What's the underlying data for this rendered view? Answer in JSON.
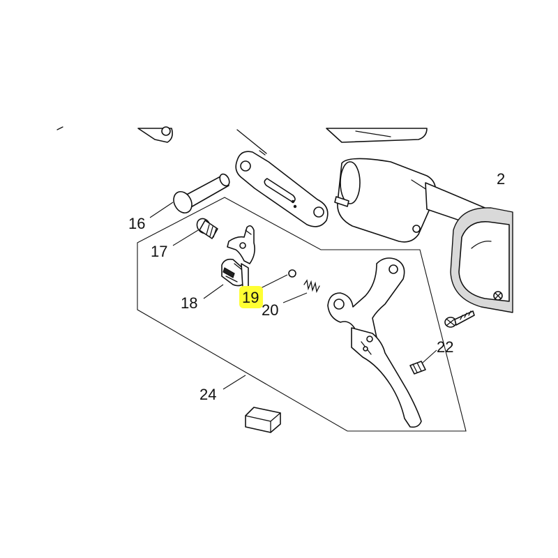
{
  "callouts": {
    "c16": "16",
    "c17": "17",
    "c18": "18",
    "c19": "19",
    "c20": "20",
    "c22": "22",
    "c24": "24",
    "c_edge": "2"
  },
  "highlight": {
    "part": "19",
    "color": "#ffff33"
  }
}
